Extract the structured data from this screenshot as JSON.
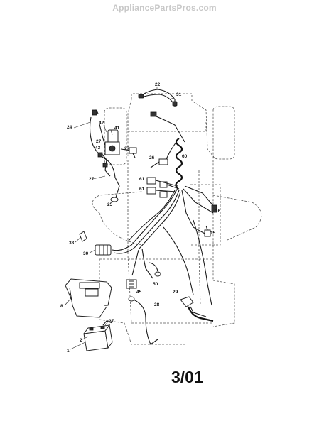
{
  "watermark": "AppliancePartsPros.com",
  "date_code": "3/01",
  "callouts": {
    "c22": "22",
    "c31": "31",
    "c24": "24",
    "c42": "42",
    "c41": "41",
    "c27a": "27",
    "c43": "43",
    "c27b": "27",
    "c26a": "26",
    "c60": "60",
    "c27c": "27",
    "c61a": "61",
    "c61b": "61",
    "c25": "25",
    "c16": "16",
    "c15": "15",
    "c33": "33",
    "c30": "30",
    "c50": "50",
    "c45": "45",
    "c8": "8",
    "c29": "29",
    "c28": "28",
    "c27d": "27",
    "c2": "2",
    "c1": "1"
  }
}
